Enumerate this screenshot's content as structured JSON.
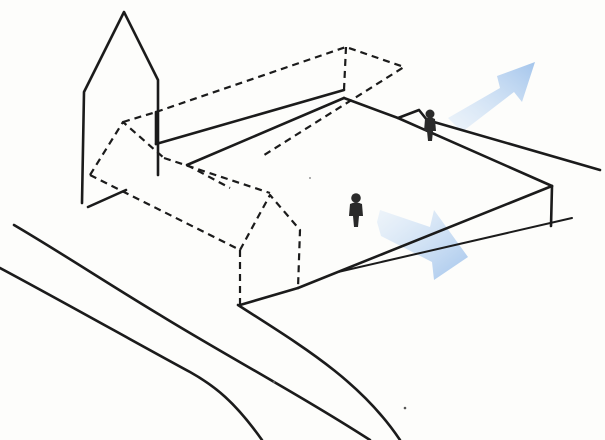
{
  "sketch": {
    "ink_color": "#1b1b1b",
    "figure_color": "#2a2a2a",
    "wind_arrow_color": "#9fc3ec",
    "paper_color": "#fdfdfb"
  },
  "elements": {
    "church_tower": "church-tower",
    "existing_building": "existing-building",
    "removed_building_outline": "removed-building-outline",
    "open_square": "open-square",
    "street": "street",
    "people_count": 2,
    "wind_arrows_count": 2
  }
}
